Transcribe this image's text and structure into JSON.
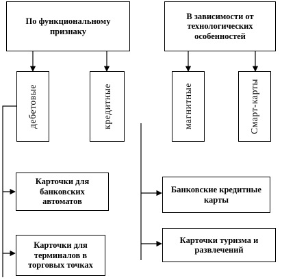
{
  "diagram": {
    "top_boxes": {
      "functional": "По функциональному признаку",
      "technological": "В зависимости от технологических особенностей"
    },
    "vertical_boxes": {
      "debit": "дебетовые",
      "credit": "кредитные",
      "magnetic": "магнитные",
      "smart": "Смарт-карты"
    },
    "sub_boxes": {
      "atm_cards": "Карточки для банковских автоматов",
      "pos_cards": "Карточки для терминалов в торговых точках",
      "bank_credit_cards": "Банковские кредитные карты",
      "tourism_cards": "Карточки туризма и развлечений"
    }
  }
}
